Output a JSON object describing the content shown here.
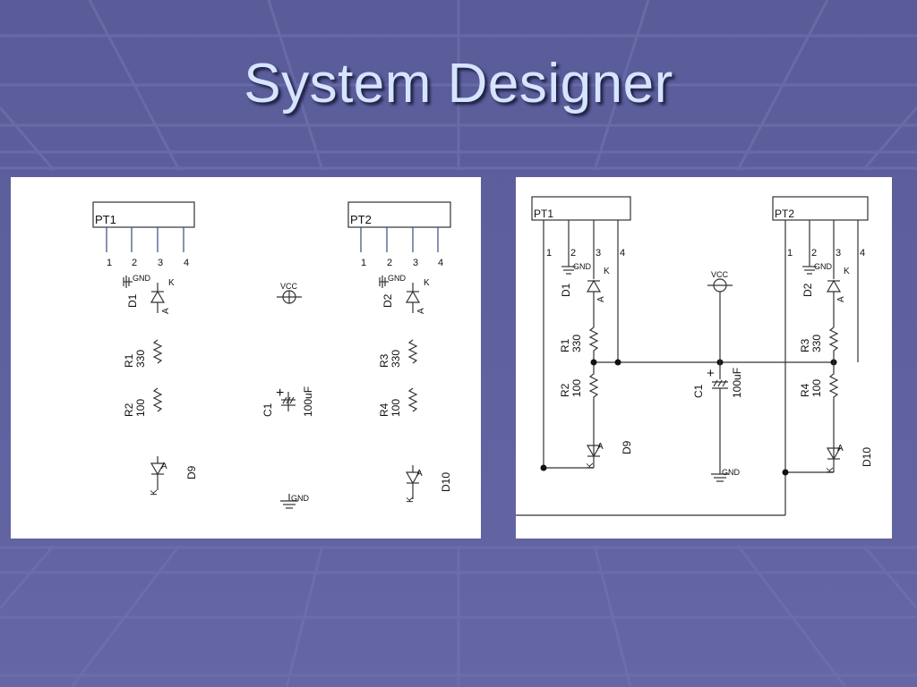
{
  "slide": {
    "title": "System Designer"
  },
  "schematic_unconnected": {
    "pt1": {
      "label": "PT1",
      "pins": [
        "1",
        "2",
        "3",
        "4"
      ]
    },
    "pt2": {
      "label": "PT2",
      "pins": [
        "1",
        "2",
        "3",
        "4"
      ]
    },
    "d1": {
      "ref": "D1",
      "anode": "A",
      "cathode": "K",
      "gnd": "GND"
    },
    "d2": {
      "ref": "D2",
      "anode": "A",
      "cathode": "K",
      "gnd": "GND"
    },
    "r1": {
      "ref": "R1",
      "value": "330"
    },
    "r2": {
      "ref": "R2",
      "value": "100"
    },
    "r3": {
      "ref": "R3",
      "value": "330"
    },
    "r4": {
      "ref": "R4",
      "value": "100"
    },
    "d9": {
      "ref": "D9",
      "anode": "A",
      "cathode": "K"
    },
    "d10": {
      "ref": "D10",
      "anode": "A",
      "cathode": "K"
    },
    "vcc": "VCC",
    "c1": {
      "ref": "C1",
      "value": "100uF",
      "plus": "+"
    },
    "gnd": "GND"
  },
  "schematic_wired": {
    "pt1": {
      "label": "PT1",
      "pins": [
        "1",
        "2",
        "3",
        "4"
      ]
    },
    "pt2": {
      "label": "PT2",
      "pins": [
        "1",
        "2",
        "3",
        "4"
      ]
    },
    "d1": {
      "ref": "D1",
      "anode": "A",
      "cathode": "K",
      "gnd": "GND"
    },
    "d2": {
      "ref": "D2",
      "anode": "A",
      "cathode": "K",
      "gnd": "GND"
    },
    "r1": {
      "ref": "R1",
      "value": "330"
    },
    "r2": {
      "ref": "R2",
      "value": "100"
    },
    "r3": {
      "ref": "R3",
      "value": "330"
    },
    "r4": {
      "ref": "R4",
      "value": "100"
    },
    "d9": {
      "ref": "D9",
      "anode": "A",
      "cathode": "K"
    },
    "d10": {
      "ref": "D10",
      "anode": "A",
      "cathode": "K"
    },
    "vcc": "VCC",
    "c1": {
      "ref": "C1",
      "value": "100uF",
      "plus": "+"
    },
    "gnd": "GND"
  }
}
